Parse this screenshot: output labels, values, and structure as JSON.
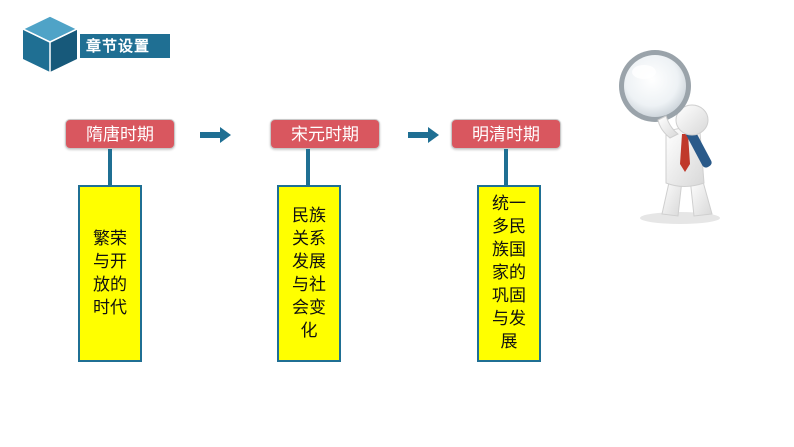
{
  "header": {
    "title": "章节设置",
    "icon": "cube-icon",
    "accent": "#1f6f93"
  },
  "periods": [
    {
      "label": "隋唐时期",
      "description": "繁荣与开放的时代"
    },
    {
      "label": "宋元时期",
      "description": "民族关系发展与社会变化"
    },
    {
      "label": "明清时期",
      "description": "统一多民族国家的巩固与发展"
    }
  ],
  "colors": {
    "period_fill": "#d9575f",
    "description_fill": "#ffff00",
    "connector": "#1f6f93"
  },
  "icons": {
    "arrow": "arrow-right-icon",
    "figure": "magnifier-figure-icon"
  }
}
